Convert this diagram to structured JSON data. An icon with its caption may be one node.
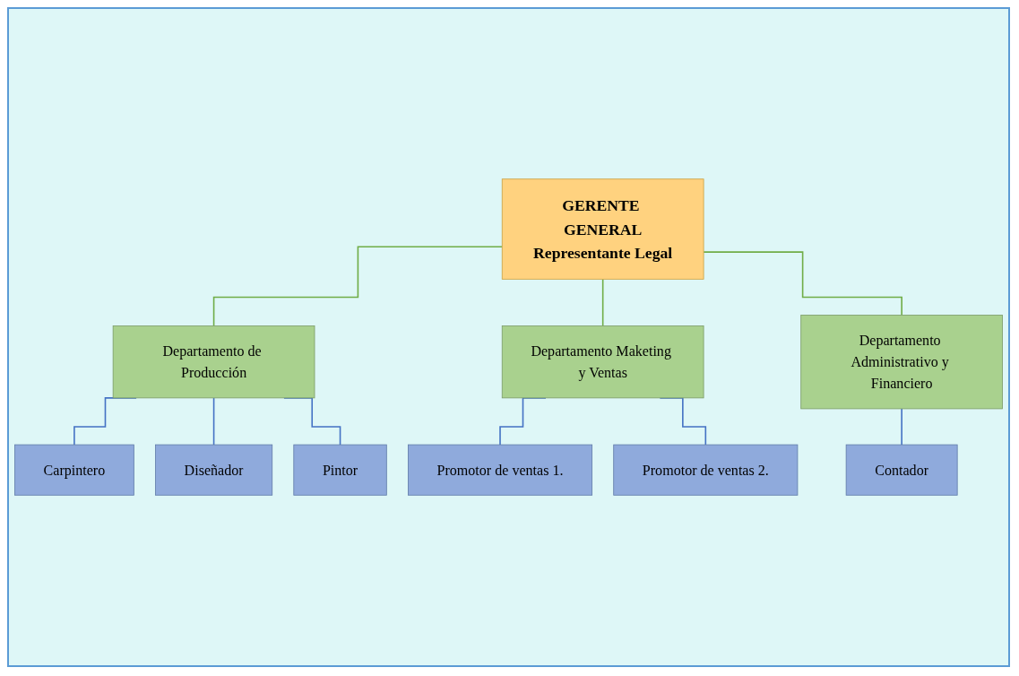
{
  "diagram": {
    "nodes": [
      {
        "text": [
          "GERENTE GENERAL",
          "Representante Legal"
        ]
      },
      {
        "text": [
          "Departamento de Producción"
        ]
      },
      {
        "text": [
          "Departamento Maketing y Ventas"
        ]
      },
      {
        "text": [
          "Departamento Administrativo y Financiero"
        ]
      },
      {
        "text": [
          "Carpintero"
        ]
      },
      {
        "text": [
          "Diseñador"
        ]
      },
      {
        "text": [
          "Pintor"
        ]
      },
      {
        "text": [
          "Promotor de ventas 1."
        ]
      },
      {
        "text": [
          "Promotor de ventas 2."
        ]
      },
      {
        "text": [
          "Contador"
        ]
      }
    ],
    "edges": [
      {
        "from": 0,
        "to": 1,
        "arrow": "none",
        "color": "#70ad47"
      },
      {
        "from": 0,
        "to": 2,
        "arrow": "none",
        "color": "#70ad47"
      },
      {
        "from": 0,
        "to": 3,
        "arrow": "none",
        "color": "#70ad47"
      },
      {
        "from": 1,
        "to": 4,
        "arrow": "none"
      },
      {
        "from": 1,
        "to": 5,
        "arrow": "none"
      },
      {
        "from": 1,
        "to": 6,
        "arrow": "none"
      },
      {
        "from": 2,
        "to": 7,
        "arrow": "none"
      },
      {
        "from": 2,
        "to": 8,
        "arrow": "none"
      },
      {
        "from": 3,
        "to": 9,
        "arrow": "none"
      }
    ]
  }
}
